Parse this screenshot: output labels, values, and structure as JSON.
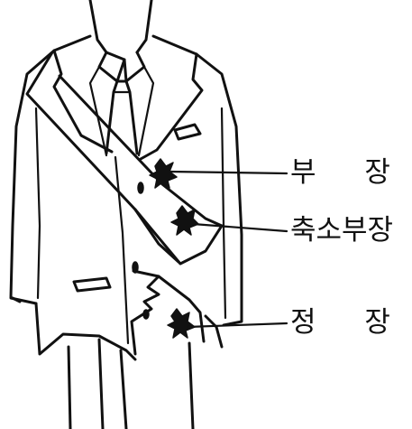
{
  "labels": {
    "lapel_badge": "부 장",
    "sash_badge": "축소부장",
    "cutout_badge": "정 장"
  },
  "colors": {
    "ink": "#111111",
    "background": "#ffffff"
  }
}
